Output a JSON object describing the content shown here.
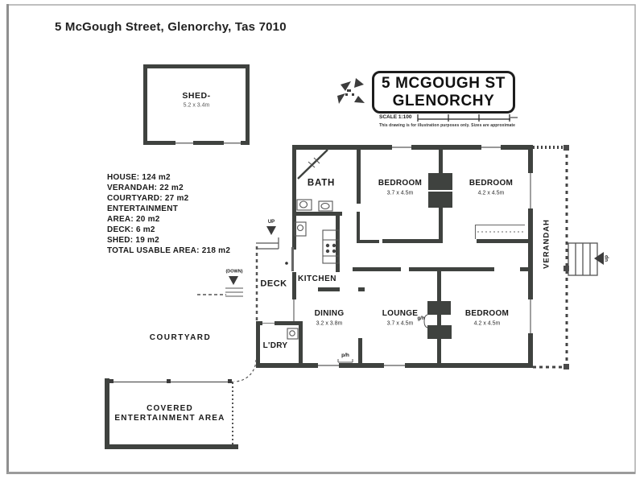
{
  "page": {
    "header": "5 McGough Street, Glenorchy, Tas 7010"
  },
  "title_block": {
    "line1": "5 MCGOUGH ST",
    "line2": "GLENORCHY"
  },
  "scale": {
    "label": "SCALE 1:100",
    "disclaimer": "This drawing is for illustration purposes only. Sizes are approximate"
  },
  "area_summary": {
    "lines": [
      "HOUSE: 124 m2",
      "VERANDAH: 22 m2",
      "COURTYARD: 27 m2",
      "ENTERTAINMENT",
      "AREA: 20 m2",
      "DECK: 6 m2",
      "SHED: 19 m2"
    ],
    "total": "TOTAL USABLE AREA: 218 m2"
  },
  "rooms": {
    "shed": {
      "label": "SHED-",
      "dims": "5.2 x 3.4m"
    },
    "bath": {
      "label": "BATH"
    },
    "bedroom_front_left": {
      "label": "BEDROOM",
      "dims": "3.7 x 4.5m"
    },
    "bedroom_front_right": {
      "label": "BEDROOM",
      "dims": "4.2 x 4.5m"
    },
    "kitchen": {
      "label": "KITCHEN"
    },
    "deck": {
      "label": "DECK"
    },
    "dining": {
      "label": "DINING",
      "dims": "3.2 x 3.8m"
    },
    "lounge": {
      "label": "LOUNGE",
      "dims": "3.7 x 4.5m"
    },
    "bedroom_rear": {
      "label": "BEDROOM",
      "dims": "4.2 x 4.5m"
    },
    "laundry": {
      "label": "L'DRY"
    },
    "verandah": {
      "label": "VERANDAH"
    },
    "courtyard": {
      "label": "COURTYARD"
    },
    "entertainment": {
      "line1": "COVERED",
      "line2": "ENTERTAINMENT AREA"
    }
  },
  "markers": {
    "deck_up": "UP",
    "deck_down": "(DOWN)",
    "verandah_up": "up",
    "gas_heater": "g/h",
    "ph_point": "p/h"
  },
  "colors": {
    "wall": "#3f423f",
    "text": "#1a1a1a",
    "frame": "#9a9a9a"
  }
}
